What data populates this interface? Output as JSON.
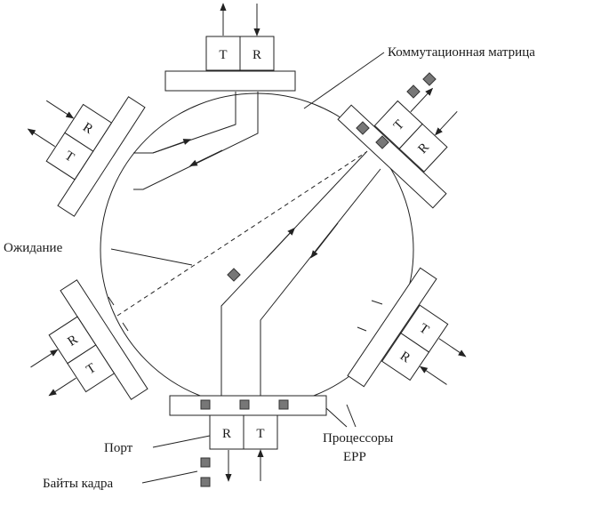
{
  "labels": {
    "matrix": "Коммутационная матрица",
    "waiting": "Ожидание",
    "port": "Порт",
    "frame_bytes": "Байты кадра",
    "processors_line1": "Процессоры",
    "processors_line2": "EPP"
  },
  "ports": [
    {
      "id": "top",
      "first": "T",
      "second": "R"
    },
    {
      "id": "upper-left",
      "first": "T",
      "second": "R"
    },
    {
      "id": "upper-right",
      "first": "T",
      "second": "R"
    },
    {
      "id": "lower-left",
      "first": "R",
      "second": "T"
    },
    {
      "id": "lower-right",
      "first": "T",
      "second": "R"
    },
    {
      "id": "bottom",
      "first": "R",
      "second": "T"
    }
  ],
  "colors": {
    "stroke": "#222222",
    "byte_fill": "#777777",
    "background": "#ffffff"
  }
}
